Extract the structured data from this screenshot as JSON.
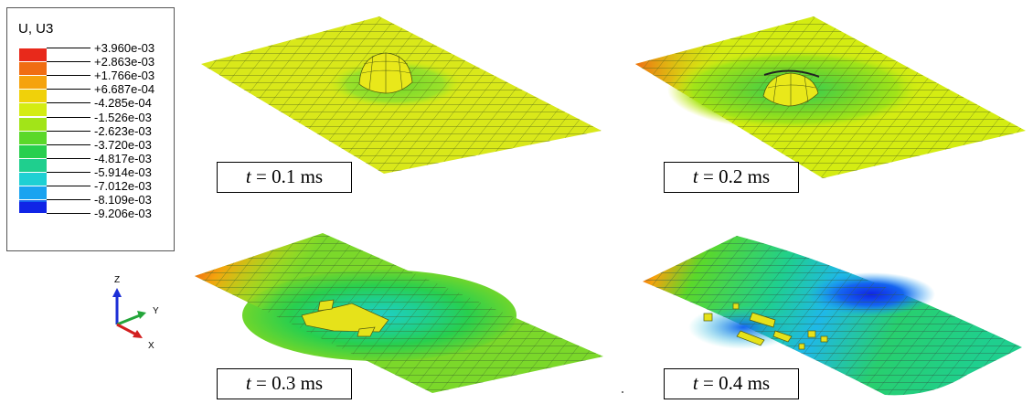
{
  "legend": {
    "title": "U, U3",
    "values": [
      "+3.960e-03",
      "+2.863e-03",
      "+1.766e-03",
      "+6.687e-04",
      "-4.285e-04",
      "-1.526e-03",
      "-2.623e-03",
      "-3.720e-03",
      "-4.817e-03",
      "-5.914e-03",
      "-7.012e-03",
      "-8.109e-03",
      "-9.206e-03"
    ],
    "colors": [
      "#e8291b",
      "#f06d12",
      "#f5a30d",
      "#f0d10a",
      "#d4ec12",
      "#a2e418",
      "#5bd82a",
      "#28cf4e",
      "#1fcf8e",
      "#1fd0d3",
      "#1aa3f0",
      "#1464f0",
      "#1024e6"
    ]
  },
  "axes": {
    "z": "Z",
    "y": "Y",
    "x": "X"
  },
  "panels": [
    {
      "t_symbol": "t",
      "t_rest": " = 0.1 ms"
    },
    {
      "t_symbol": "t",
      "t_rest": " = 0.2 ms"
    },
    {
      "t_symbol": "t",
      "t_rest": " = 0.3 ms"
    },
    {
      "t_symbol": "t",
      "t_rest": " = 0.4 ms"
    }
  ]
}
